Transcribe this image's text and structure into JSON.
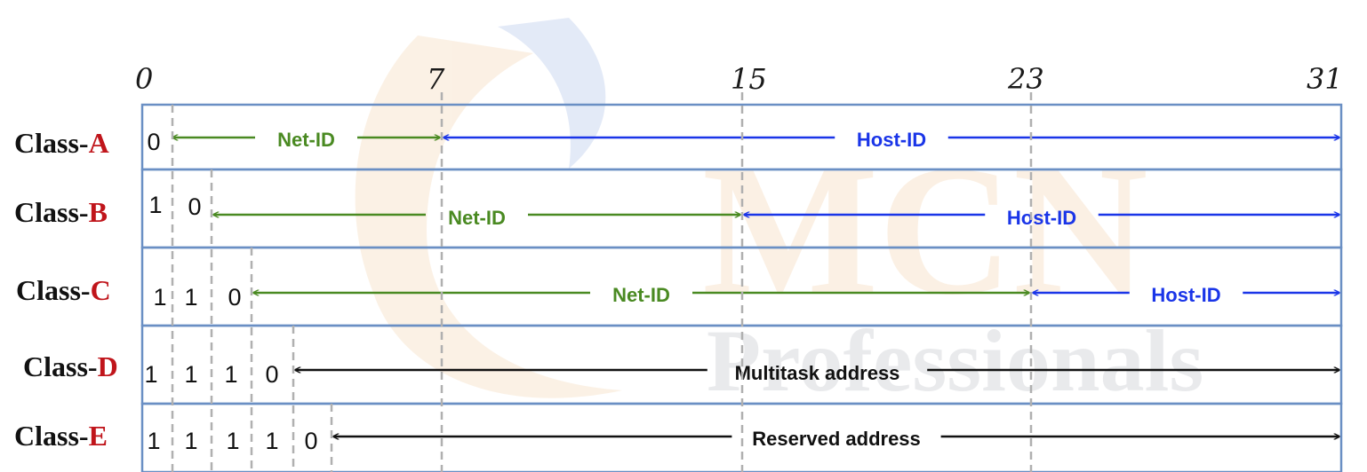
{
  "bit_positions": [
    "0",
    "7",
    "15",
    "23",
    "31"
  ],
  "colors": {
    "row_border": "#6a8fc4",
    "divider": "#b0b0b0",
    "net": "#4a8a22",
    "host": "#1a35e8",
    "special": "#111111",
    "class_letter": "#c0151b"
  },
  "classes": [
    {
      "prefix": "Class-",
      "letter": "A",
      "bits": [
        "0"
      ],
      "segments": [
        {
          "label": "Net-ID",
          "color": "net",
          "from_bit": 1,
          "to_bit": 7
        },
        {
          "label": "Host-ID",
          "color": "host",
          "from_bit": 7,
          "to_bit": 31
        }
      ]
    },
    {
      "prefix": "Class-",
      "letter": "B",
      "bits": [
        "1",
        "0"
      ],
      "segments": [
        {
          "label": "Net-ID",
          "color": "net",
          "from_bit": 2,
          "to_bit": 15
        },
        {
          "label": "Host-ID",
          "color": "host",
          "from_bit": 15,
          "to_bit": 31
        }
      ]
    },
    {
      "prefix": "Class-",
      "letter": "C",
      "bits": [
        "1",
        "1",
        "0"
      ],
      "segments": [
        {
          "label": "Net-ID",
          "color": "net",
          "from_bit": 3,
          "to_bit": 23
        },
        {
          "label": "Host-ID",
          "color": "host",
          "from_bit": 23,
          "to_bit": 31
        }
      ]
    },
    {
      "prefix": "Class-",
      "letter": "D",
      "bits": [
        "1",
        "1",
        "1",
        "0"
      ],
      "segments": [
        {
          "label": "Multitask address",
          "color": "special",
          "from_bit": 4,
          "to_bit": 31
        }
      ]
    },
    {
      "prefix": "Class-",
      "letter": "E",
      "bits": [
        "1",
        "1",
        "1",
        "1",
        "0"
      ],
      "segments": [
        {
          "label": "Reserved address",
          "color": "special",
          "from_bit": 5,
          "to_bit": 31
        }
      ]
    }
  ],
  "watermark": {
    "main": "MCN",
    "sub": "Professionals"
  }
}
